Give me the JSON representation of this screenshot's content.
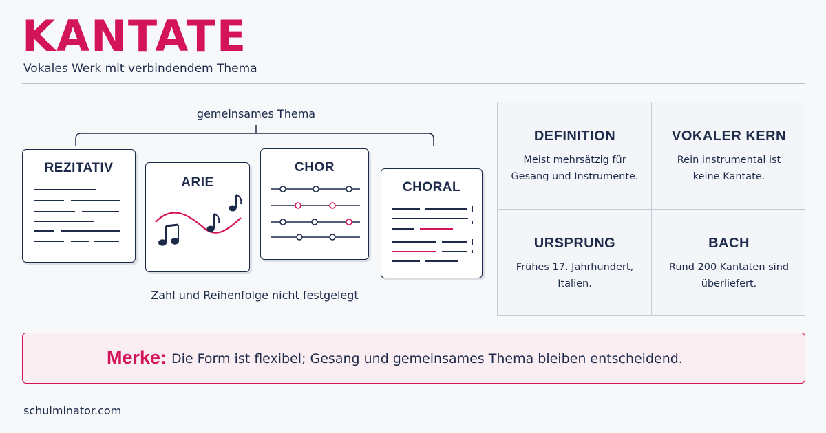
{
  "header": {
    "title": "KANTATE",
    "subtitle": "Vokales Werk mit verbindendem Thema"
  },
  "diagram": {
    "theme_label": "gemeinsames Thema",
    "caption": "Zahl und Reihenfolge nicht festgelegt",
    "cards": [
      {
        "title": "REZITATIV"
      },
      {
        "title": "ARIE"
      },
      {
        "title": "CHOR"
      },
      {
        "title": "CHORAL"
      }
    ]
  },
  "facts": [
    {
      "heading": "DEFINITION",
      "text": "Meist mehrsätzig für Gesang und Instrumente."
    },
    {
      "heading": "VOKALER KERN",
      "text": "Rein instrumental ist keine Kantate."
    },
    {
      "heading": "URSPRUNG",
      "text": "Frühes 17. Jahrhundert, Italien."
    },
    {
      "heading": "BACH",
      "text": "Rund 200 Kantaten sind überliefert."
    }
  ],
  "note": {
    "label": "Merke:",
    "text": "Die Form ist flexibel; Gesang und gemeinsames Thema bleiben entscheidend."
  },
  "footer": {
    "source": "schulminator.com"
  },
  "colors": {
    "accent": "#d4145a",
    "ink": "#1d2a4a",
    "background": "#f7f8fa"
  }
}
